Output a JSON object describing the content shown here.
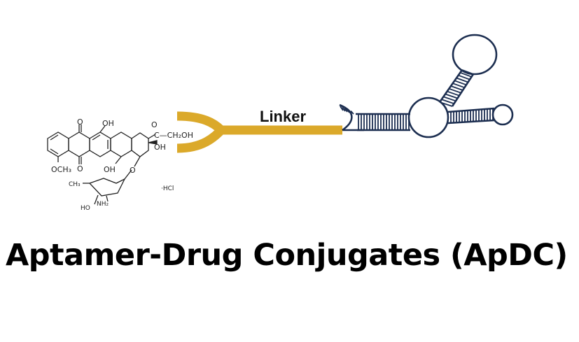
{
  "title": "Aptamer-Drug Conjugates (ApDC)",
  "linker_label": "Linker",
  "drug": {
    "labels": {
      "oh_top": "OH",
      "carbonyl_chain": "C—CH₂OH",
      "carbonyl_o": "O",
      "oh_ring": "OH",
      "o_top_left": "O",
      "och3": "OCH₃",
      "o_bottom": "O",
      "oh_bottom": "OH",
      "o_glyco": "O",
      "ch3": "CH₃",
      "nh2": "NH₂",
      "ho": "HO",
      "hcl": "·HCl"
    }
  },
  "colors": {
    "linker": "#dba92a",
    "aptamer": "#1c2e50",
    "text": "#111111"
  }
}
